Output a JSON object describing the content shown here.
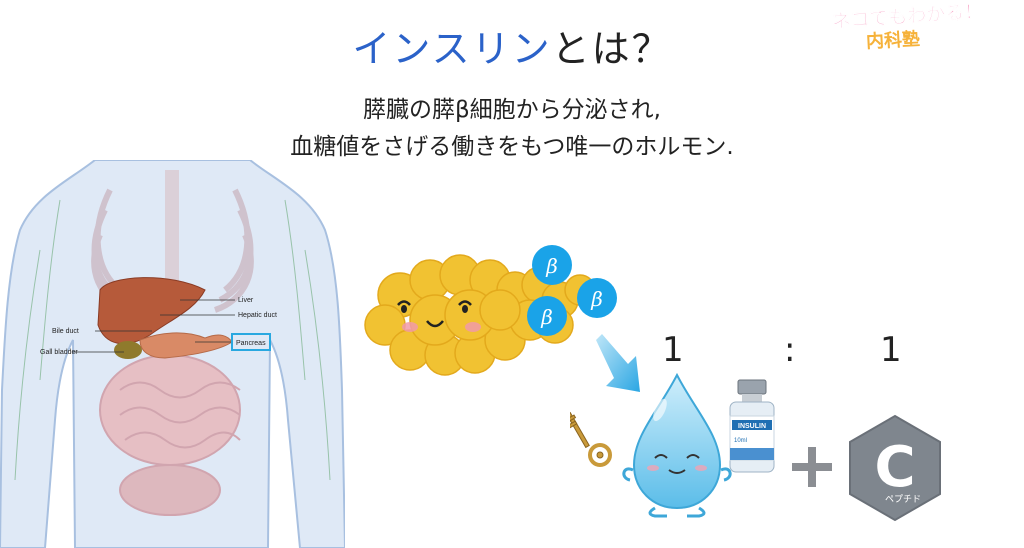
{
  "title": {
    "part1": "インスリン",
    "part2": "とは？"
  },
  "subtitle": {
    "line1": "膵臓の膵β細胞から分泌され,",
    "line2": "血糖値をさげる働きをもつ唯一のホルモン."
  },
  "logo": {
    "line1": "ネコでもわかる！",
    "line2": "内科塾"
  },
  "anatomy": {
    "labels": [
      "Liver",
      "Hepatic duct",
      "Bile duct",
      "Gall bladder",
      "Pancreas"
    ],
    "highlight_color": "#29a8e0"
  },
  "beta_cells": {
    "label": "β",
    "color": "#1aa3e8"
  },
  "ratio": {
    "left": "1",
    "sep": ":",
    "right": "1"
  },
  "vial": {
    "label": "INSULIN",
    "volume": "10ml"
  },
  "plus": "+",
  "c_peptide": {
    "letter": "C",
    "caption": "ペプチド"
  },
  "icons": [
    "arrow-down-right-icon",
    "key-icon",
    "plus-icon"
  ]
}
